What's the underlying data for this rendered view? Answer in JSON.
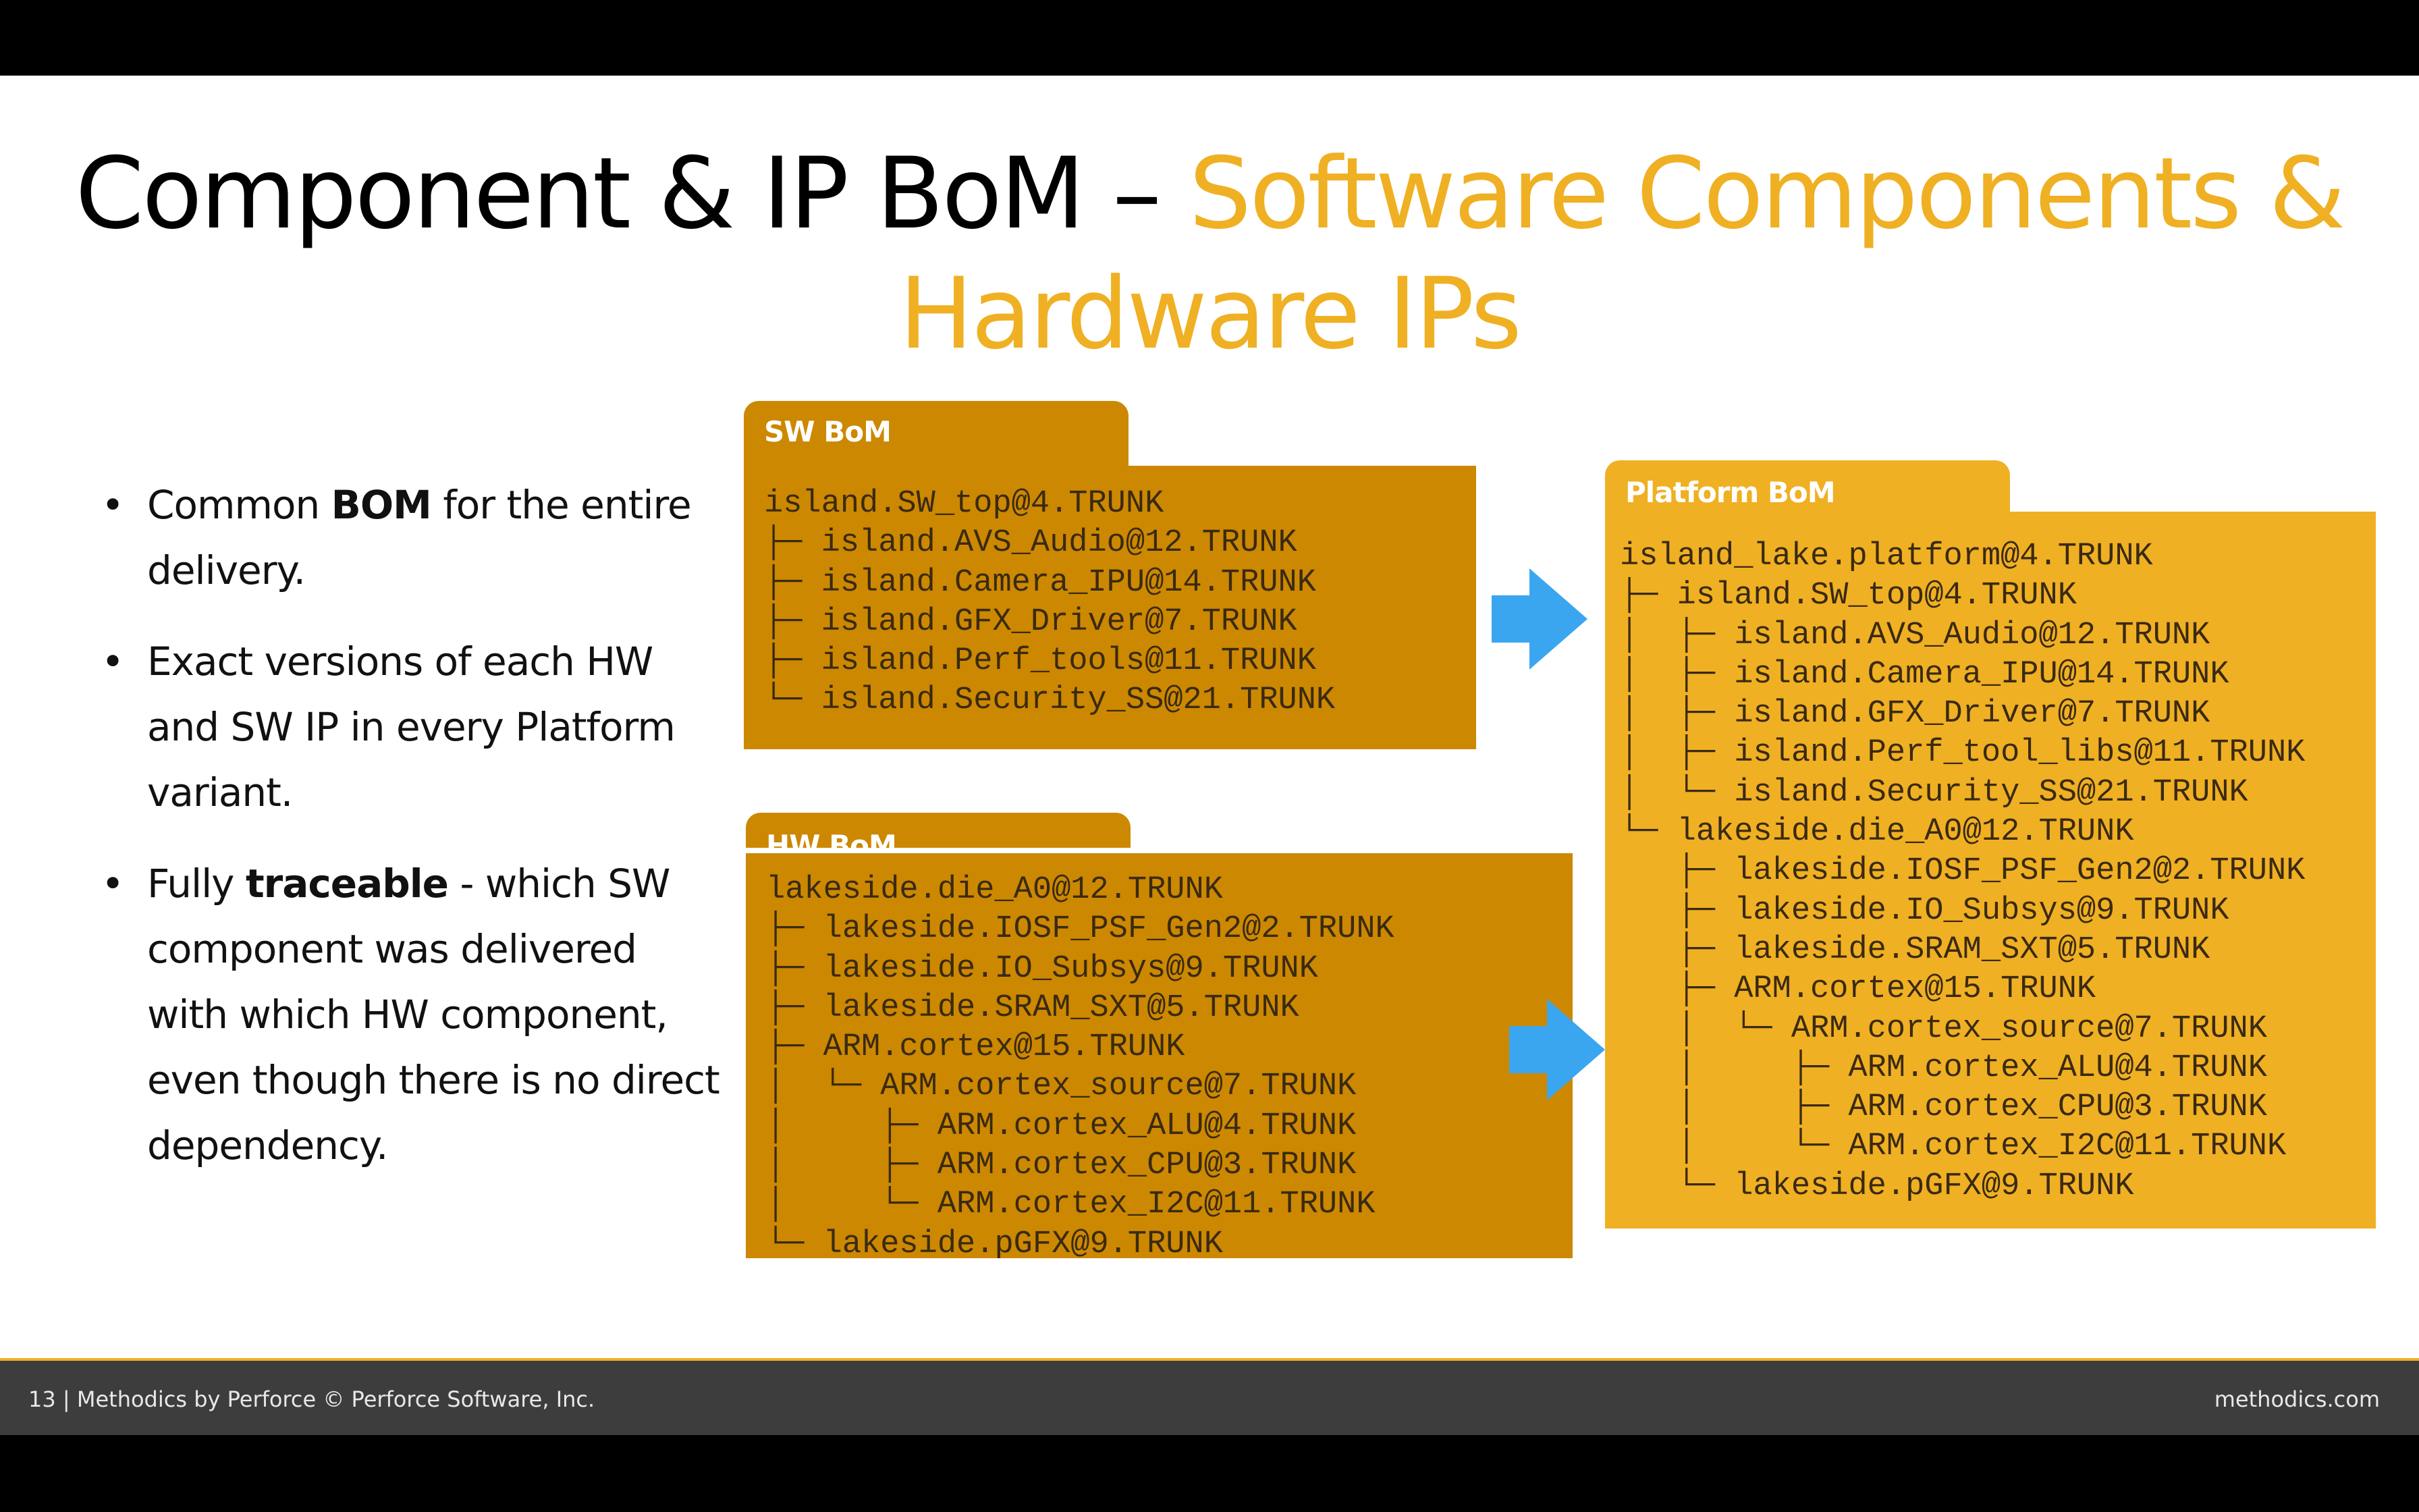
{
  "slide": {
    "title_main": "Component & IP BoM – ",
    "title_accent": "Software Components & Hardware IPs",
    "colors": {
      "accent": "#efb023",
      "sw_box": "#cc8800",
      "platform_box": "#f0b023",
      "arrow": "#3aa6f0",
      "footer_bg": "#3d3d3d"
    }
  },
  "bullets": [
    {
      "before": "Common ",
      "bold": "BOM",
      "after": " for the entire delivery."
    },
    {
      "before": "Exact versions of each HW and SW IP in every Platform variant.",
      "bold": "",
      "after": ""
    },
    {
      "before": "Fully ",
      "bold": "traceable",
      "after": " - which SW component was delivered with which HW component, even though there is no direct dependency."
    }
  ],
  "sw_bom": {
    "title": "SW BoM",
    "lines": [
      "island.SW_top@4.TRUNK",
      "├─ island.AVS_Audio@12.TRUNK",
      "├─ island.Camera_IPU@14.TRUNK",
      "├─ island.GFX_Driver@7.TRUNK",
      "├─ island.Perf_tools@11.TRUNK",
      "└─ island.Security_SS@21.TRUNK"
    ]
  },
  "hw_bom": {
    "title": "HW BoM",
    "lines": [
      "lakeside.die_A0@12.TRUNK",
      "├─ lakeside.IOSF_PSF_Gen2@2.TRUNK",
      "├─ lakeside.IO_Subsys@9.TRUNK",
      "├─ lakeside.SRAM_SXT@5.TRUNK",
      "├─ ARM.cortex@15.TRUNK",
      "│  └─ ARM.cortex_source@7.TRUNK",
      "│     ├─ ARM.cortex_ALU@4.TRUNK",
      "│     ├─ ARM.cortex_CPU@3.TRUNK",
      "│     └─ ARM.cortex_I2C@11.TRUNK",
      "└─ lakeside.pGFX@9.TRUNK"
    ]
  },
  "platform_bom": {
    "title": "Platform BoM",
    "lines": [
      "island_lake.platform@4.TRUNK",
      "├─ island.SW_top@4.TRUNK",
      "│  ├─ island.AVS_Audio@12.TRUNK",
      "│  ├─ island.Camera_IPU@14.TRUNK",
      "│  ├─ island.GFX_Driver@7.TRUNK",
      "│  ├─ island.Perf_tool_libs@11.TRUNK",
      "│  └─ island.Security_SS@21.TRUNK",
      "└─ lakeside.die_A0@12.TRUNK",
      "   ├─ lakeside.IOSF_PSF_Gen2@2.TRUNK",
      "   ├─ lakeside.IO_Subsys@9.TRUNK",
      "   ├─ lakeside.SRAM_SXT@5.TRUNK",
      "   ├─ ARM.cortex@15.TRUNK",
      "   │  └─ ARM.cortex_source@7.TRUNK",
      "   │     ├─ ARM.cortex_ALU@4.TRUNK",
      "   │     ├─ ARM.cortex_CPU@3.TRUNK",
      "   │     └─ ARM.cortex_I2C@11.TRUNK",
      "   └─ lakeside.pGFX@9.TRUNK"
    ]
  },
  "footer": {
    "left": "13  |   Methodics by Perforce © Perforce Software, Inc.",
    "right": "methodics.com"
  }
}
